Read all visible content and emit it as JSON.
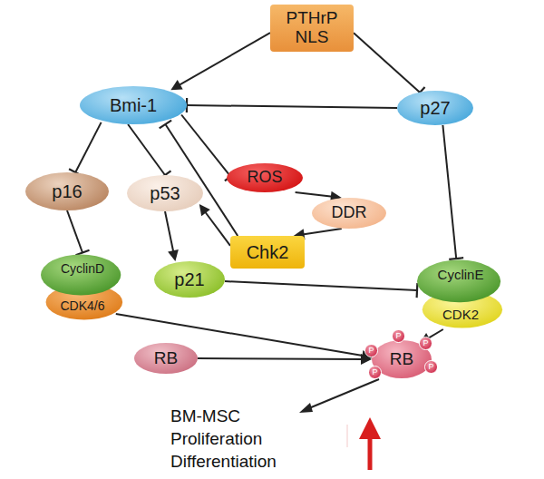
{
  "diagram": {
    "nodes": [
      {
        "text": [
          "PTHrP NLS"
        ]
      },
      {
        "text": [
          "Bmi-1"
        ]
      },
      {
        "text": [
          "p27"
        ]
      },
      {
        "text": [
          "p16"
        ]
      },
      {
        "text": [
          "p53"
        ]
      },
      {
        "text": [
          "ROS"
        ]
      },
      {
        "text": [
          "DDR"
        ]
      },
      {
        "text": [
          "Chk2"
        ]
      },
      {
        "text": [
          "p21"
        ]
      },
      {
        "text": [
          "CyclinD",
          "CDK4/6"
        ]
      },
      {
        "text": [
          "CyclinE",
          "CDK2"
        ]
      },
      {
        "text": [
          "RB"
        ]
      },
      {
        "text": [
          "RB"
        ]
      },
      {
        "text": [
          "P"
        ],
        "in": 12
      },
      {
        "text": [
          "P"
        ],
        "in": 12
      },
      {
        "text": [
          "P"
        ],
        "in": 12
      },
      {
        "text": [
          "P"
        ],
        "in": 12
      },
      {
        "text": [
          "P"
        ],
        "in": 12
      }
    ],
    "edges": [
      {
        "from": 0,
        "to": 1,
        "arrow": "to"
      },
      {
        "from": 0,
        "to": 2,
        "arrow": "to"
      },
      {
        "from": 2,
        "to": 1,
        "arrow": "to"
      },
      {
        "from": 1,
        "to": 3,
        "arrow": "to"
      },
      {
        "from": 1,
        "to": 4,
        "arrow": "to"
      },
      {
        "from": 1,
        "to": 5,
        "arrow": "to"
      },
      {
        "from": 7,
        "to": 1,
        "arrow": "to"
      },
      {
        "from": 3,
        "to": 9,
        "arrow": "to"
      },
      {
        "from": 4,
        "to": 8,
        "arrow": "to"
      },
      {
        "from": 7,
        "to": 4,
        "arrow": "to"
      },
      {
        "from": 5,
        "to": 6,
        "arrow": "to"
      },
      {
        "from": 6,
        "to": 7,
        "arrow": "to"
      },
      {
        "from": 8,
        "to": 10,
        "arrow": "to"
      },
      {
        "from": 2,
        "to": 10,
        "arrow": "to"
      },
      {
        "from": 9,
        "to": 12,
        "arrow": "to"
      },
      {
        "from": 10,
        "to": 12,
        "arrow": "to"
      },
      {
        "from": 11,
        "to": 12,
        "arrow": "to"
      }
    ],
    "labels": [
      "BM-MSC Proliferation Differentiation"
    ]
  }
}
